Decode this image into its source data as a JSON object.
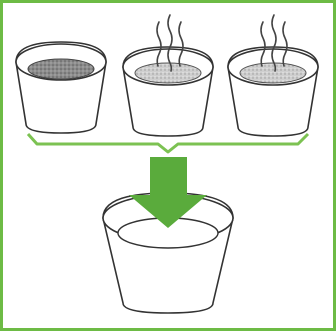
{
  "colors": {
    "border": "#6dbb45",
    "arrow": "#5aab3c",
    "outline": "#3a3a3a",
    "liquid_dark": "#8f8f8f",
    "liquid_light": "#c9c9c9",
    "steam": "#444444"
  },
  "cups": [
    {
      "fill": "dark-grey",
      "steam": false
    },
    {
      "fill": "light-grey",
      "steam": true
    },
    {
      "fill": "light-grey",
      "steam": true
    }
  ],
  "result_cup": {
    "fill": "white"
  },
  "icons": [
    "cup-icon",
    "steam-icon",
    "bracket-icon",
    "down-arrow-icon"
  ]
}
